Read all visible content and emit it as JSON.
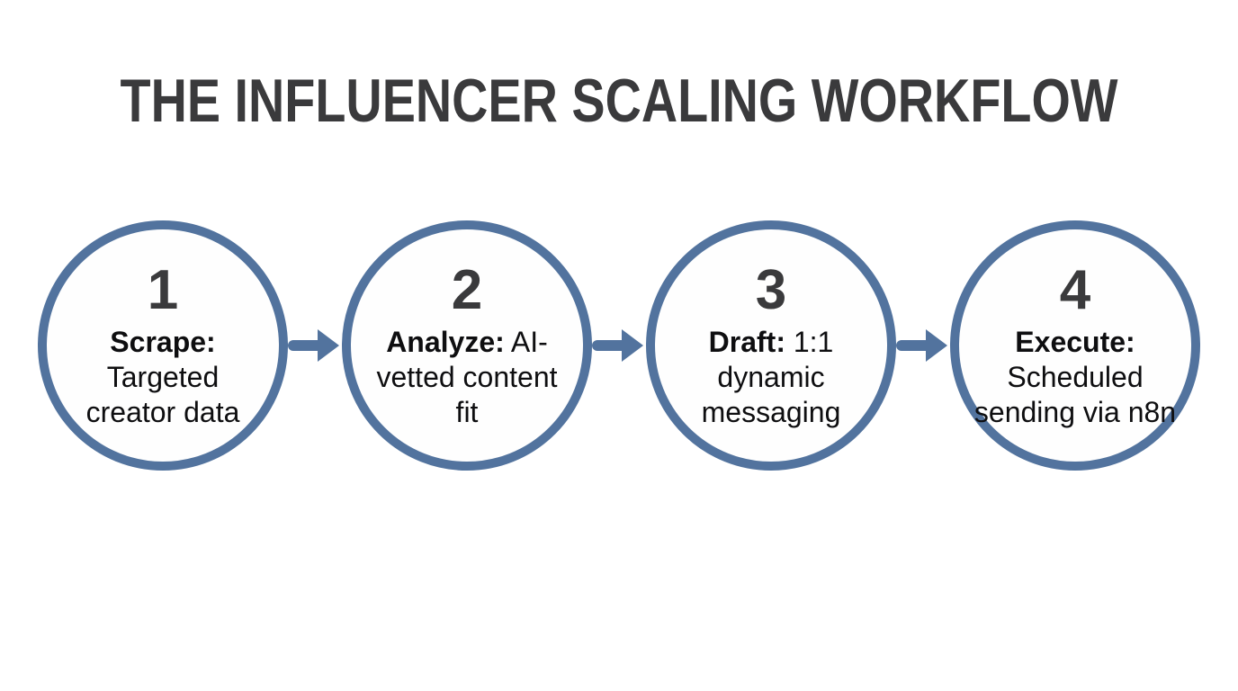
{
  "title": "THE INFLUENCER SCALING WORKFLOW",
  "colors": {
    "background": "#ffffff",
    "circle_border": "#52739e",
    "arrow": "#52739e",
    "title_text": "#3a3a3c",
    "number_text": "#3a3a3c",
    "body_text": "#0e0e10"
  },
  "icons": {
    "between_steps": "arrow-right-icon"
  },
  "steps": [
    {
      "number": "1",
      "label_bold": "Scrape:",
      "label_rest": "Targeted creator data"
    },
    {
      "number": "2",
      "label_bold": "Analyze:",
      "label_rest": "AI-vetted content fit"
    },
    {
      "number": "3",
      "label_bold": "Draft:",
      "label_rest": "1:1 dynamic messaging"
    },
    {
      "number": "4",
      "label_bold": "Execute:",
      "label_rest": "Scheduled sending via n8n"
    }
  ]
}
